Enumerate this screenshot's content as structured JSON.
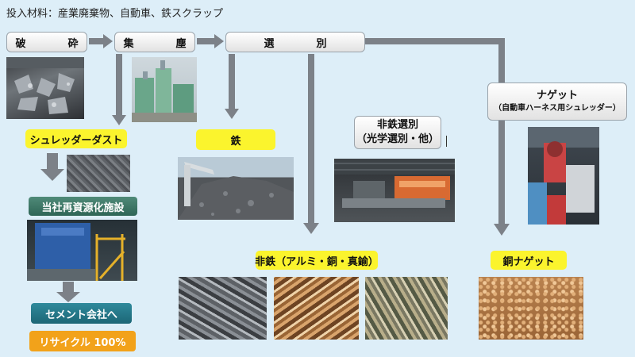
{
  "caption": "投入材料：産業廃棄物、自動車、鉄スクラップ",
  "process": {
    "crush": "破　砕",
    "dust_collect": "集　塵",
    "sort": "選　別",
    "nonferrous_sort_line1": "非鉄選別",
    "nonferrous_sort_line2": "（光学選別・他）",
    "nugget": "ナゲット",
    "nugget_sub": "（自動車ハーネス用シュレッダー）"
  },
  "products": {
    "shredder_dust": "シュレッダーダスト",
    "iron": "鉄",
    "nonferrous": "非鉄（アルミ・銅・真鍮）",
    "copper_nugget": "銅ナゲット"
  },
  "facility": {
    "recycling_facility": "当社再資源化施設",
    "to_cement": "セメント会社へ",
    "recycle_rate": "リサイクル 100%"
  },
  "colors": {
    "background": "#ddeef8",
    "arrow": "#7c8188",
    "label_yellow": "#fbf42d",
    "label_green": "#3b7563",
    "label_teal": "#25788a",
    "label_orange": "#f2a21a"
  },
  "icons": {
    "arrow": "gray-block-arrow"
  }
}
